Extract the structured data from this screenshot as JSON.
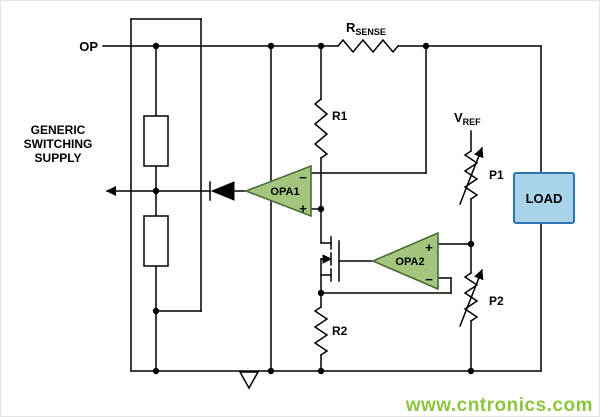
{
  "labels": {
    "op": "OP",
    "supply_line1": "GENERIC",
    "supply_line2": "SWITCHING",
    "supply_line3": "SUPPLY",
    "rsense_main": "R",
    "rsense_sub": "SENSE",
    "r1": "R1",
    "r2": "R2",
    "vref_main": "V",
    "vref_sub": "REF",
    "p1": "P1",
    "p2": "P2",
    "load": "LOAD",
    "opa1": "OPA1",
    "opa2": "OPA2",
    "opa1_minus": "−",
    "opa1_plus": "+",
    "opa2_plus": "+",
    "opa2_minus": "−"
  },
  "watermark": "www.cntronics.com",
  "colors": {
    "opamp_fill": "#a3c57e",
    "load_fill": "#a9d3e9",
    "watermark": "#8cc63f",
    "wire": "#000000"
  }
}
